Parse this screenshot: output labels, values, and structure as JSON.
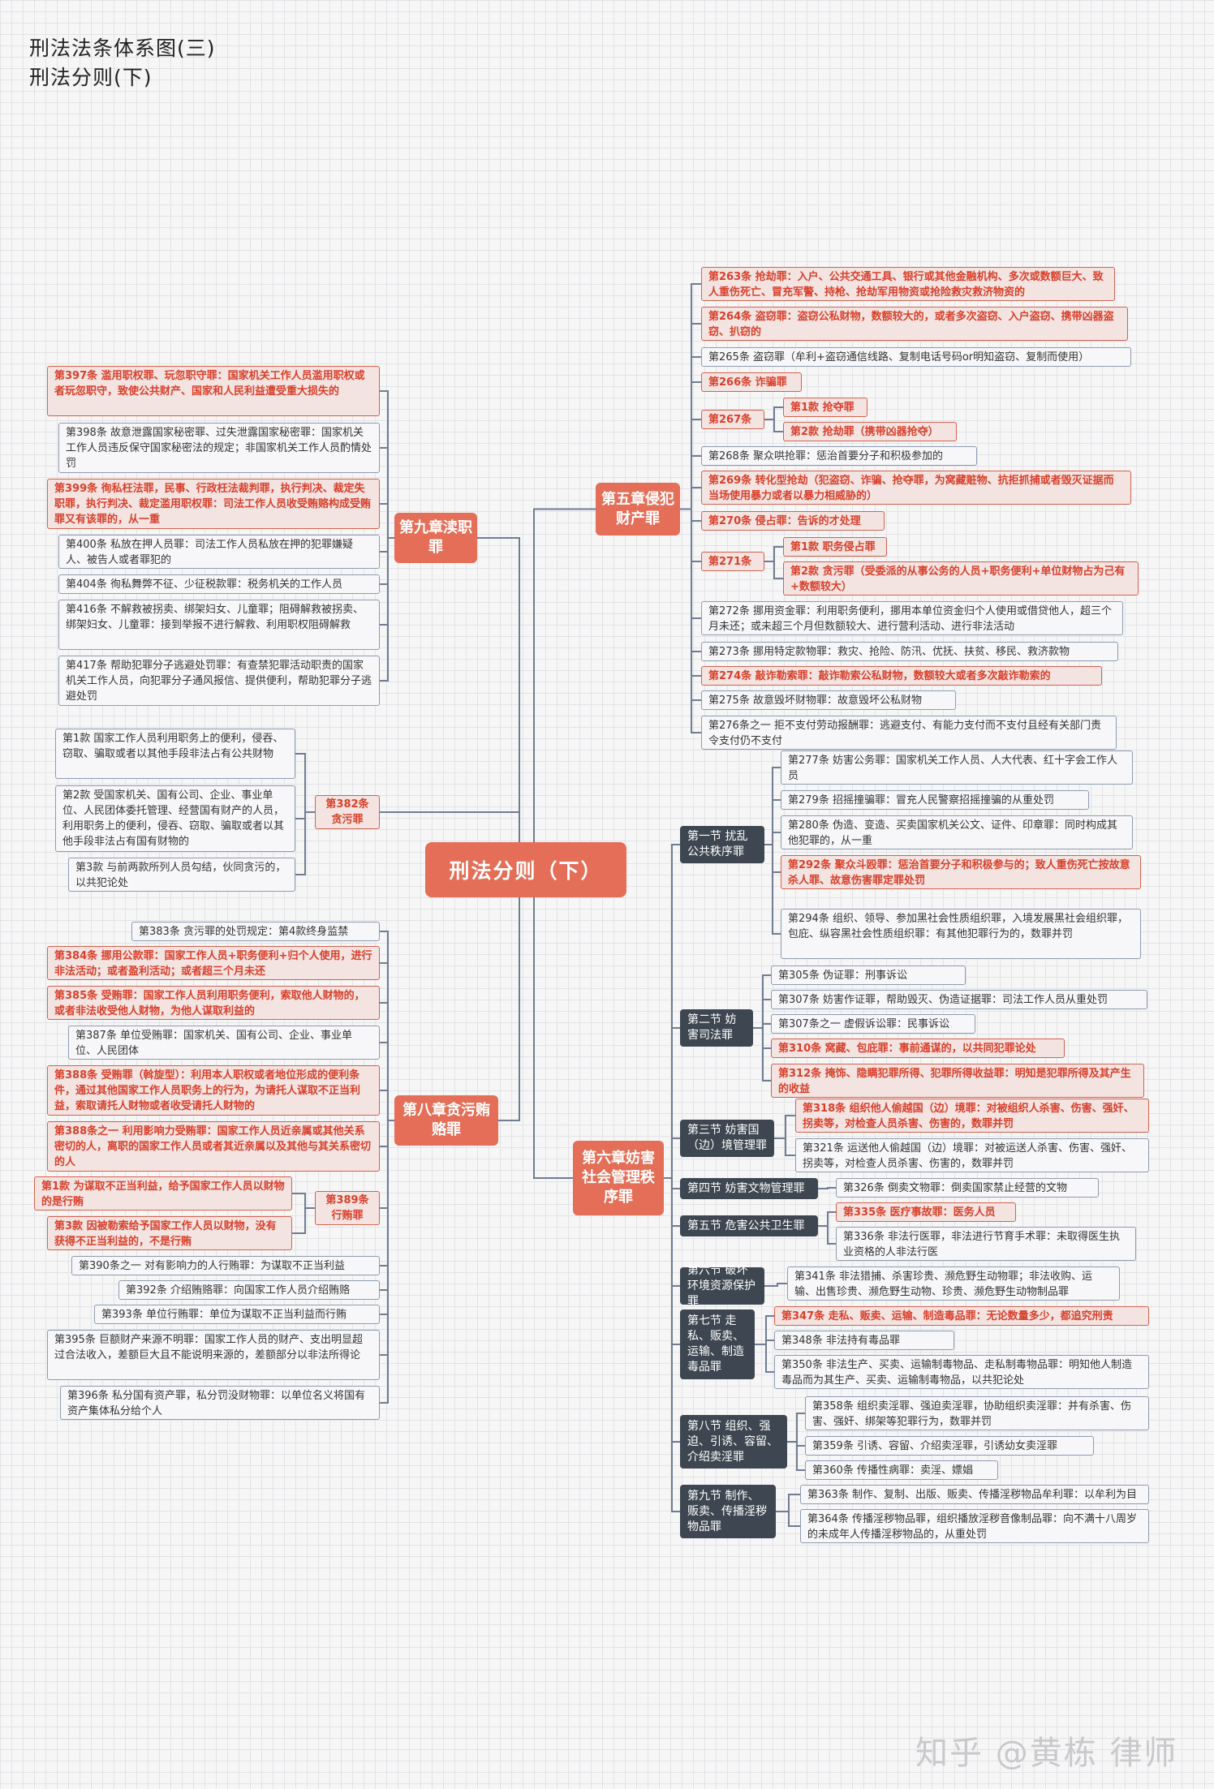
{
  "title": {
    "line1": "刑法法条体系图(三)",
    "line2": "刑法分则(下)"
  },
  "root": "刑法分则（下）",
  "watermark": "知乎 @黄栋 律师",
  "ch5": {
    "label": "第五章侵犯财产罪",
    "a263": "第263条 抢劫罪：入户、公共交通工具、银行或其他金融机构、多次或数额巨大、致人重伤死亡、冒充军警、持枪、抢劫军用物资或抢险救灾救济物资的",
    "a264": "第264条 盗窃罪：盗窃公私财物，数额较大的，或者多次盗窃、入户盗窃、携带凶器盗窃、扒窃的",
    "a265": "第265条 盗窃罪（牟利+盗窃通信线路、复制电话号码or明知盗窃、复制而使用）",
    "a266": "第266条 诈骗罪",
    "a267": "第267条",
    "a267_1": "第1款 抢夺罪",
    "a267_2": "第2款 抢劫罪（携带凶器抢夺）",
    "a268": "第268条 聚众哄抢罪：惩治首要分子和积极参加的",
    "a269": "第269条 转化型抢劫（犯盗窃、诈骗、抢夺罪，为窝藏赃物、抗拒抓捕或者毁灭证据而当场使用暴力或者以暴力相威胁的）",
    "a270": "第270条 侵占罪：告诉的才处理",
    "a271": "第271条",
    "a271_1": "第1款 职务侵占罪",
    "a271_2": "第2款 贪污罪（受委派的从事公务的人员+职务便利+单位财物占为己有+数额较大）",
    "a272": "第272条 挪用资金罪：利用职务便利，挪用本单位资金归个人使用或借贷他人，超三个月未还；或未超三个月但数额较大、进行营利活动、进行非法活动",
    "a273": "第273条 挪用特定款物罪：救灾、抢险、防汛、优抚、扶贫、移民、救济款物",
    "a274": "第274条 敲诈勒索罪：敲诈勒索公私财物，数额较大或者多次敲诈勒索的",
    "a275": "第275条 故意毁坏财物罪：故意毁坏公私财物",
    "a276": "第276条之一 拒不支付劳动报酬罪：逃避支付、有能力支付而不支付且经有关部门责令支付仍不支付"
  },
  "ch9": {
    "label": "第九章渎职罪",
    "a397": "第397条 滥用职权罪、玩忽职守罪：国家机关工作人员滥用职权或者玩忽职守，致使公共财产、国家和人民利益遭受重大损失的",
    "a398": "第398条 故意泄露国家秘密罪、过失泄露国家秘密罪：国家机关工作人员违反保守国家秘密法的规定；非国家机关工作人员酌情处罚",
    "a399": "第399条 徇私枉法罪，民事、行政枉法裁判罪，执行判决、裁定失职罪，执行判决、裁定滥用职权罪：司法工作人员收受贿赂构成受贿罪又有该罪的，从一重",
    "a400": "第400条 私放在押人员罪：司法工作人员私放在押的犯罪嫌疑人、被告人或者罪犯的",
    "a404": "第404条 徇私舞弊不征、少征税款罪：税务机关的工作人员",
    "a416": "第416条 不解救被拐卖、绑架妇女、儿童罪；阻碍解救被拐卖、绑架妇女、儿童罪：接到举报不进行解救、利用职权阻碍解救",
    "a417": "第417条 帮助犯罪分子逃避处罚罪：有查禁犯罪活动职责的国家机关工作人员，向犯罪分子通风报信、提供便利，帮助犯罪分子逃避处罚"
  },
  "a382": {
    "label": "第382条贪污罪",
    "k1": "第1款 国家工作人员利用职务上的便利，侵吞、窃取、骗取或者以其他手段非法占有公共财物",
    "k2": "第2款 受国家机关、国有公司、企业、事业单位、人民团体委托管理、经营国有财产的人员，利用职务上的便利，侵吞、窃取、骗取或者以其他手段非法占有国有财物的",
    "k3": "第3款 与前两款所列人员勾结，伙同贪污的，以共犯论处"
  },
  "ch8": {
    "label": "第八章贪污贿赂罪",
    "a383": "第383条 贪污罪的处罚规定：第4款终身监禁",
    "a384": "第384条 挪用公款罪：国家工作人员+职务便利+归个人使用，进行非法活动；或者盈利活动；或者超三个月未还",
    "a385": "第385条 受贿罪：国家工作人员利用职务便利，索取他人财物的，或者非法收受他人财物，为他人谋取利益的",
    "a387": "第387条 单位受贿罪：国家机关、国有公司、企业、事业单位、人民团体",
    "a388": "第388条 受贿罪（斡旋型）：利用本人职权或者地位形成的便利条件，通过其他国家工作人员职务上的行为，为请托人谋取不正当利益，索取请托人财物或者收受请托人财物的",
    "a388_1": "第388条之一 利用影响力受贿罪：国家工作人员近亲属或其他关系密切的人，离职的国家工作人员或者其近亲属以及其他与其关系密切的人",
    "a389": "第389条行贿罪",
    "a389_1": "第1款 为谋取不正当利益，给予国家工作人员以财物的是行贿",
    "a389_3": "第3款 因被勒索给予国家工作人员以财物，没有获得不正当利益的，不是行贿",
    "a390": "第390条之一 对有影响力的人行贿罪：为谋取不正当利益",
    "a392": "第392条 介绍贿赂罪：向国家工作人员介绍贿赂",
    "a393": "第393条 单位行贿罪：单位为谋取不正当利益而行贿",
    "a395": "第395条 巨额财产来源不明罪：国家工作人员的财产、支出明显超过合法收入，差额巨大且不能说明来源的，差额部分以非法所得论",
    "a396": "第396条 私分国有资产罪，私分罚没财物罪：以单位名义将国有资产集体私分给个人"
  },
  "ch6": {
    "label": "第六章妨害社会管理秩序罪",
    "s1": "第一节 扰乱公共秩序罪",
    "a277": "第277条 妨害公务罪：国家机关工作人员、人大代表、红十字会工作人员",
    "a279": "第279条 招摇撞骗罪：冒充人民警察招摇撞骗的从重处罚",
    "a280": "第280条 伪造、变造、买卖国家机关公文、证件、印章罪：同时构成其他犯罪的，从一重",
    "a292": "第292条 聚众斗殴罪：惩治首要分子和积极参与的；致人重伤死亡按故意杀人罪、故意伤害罪定罪处罚",
    "a294": "第294条 组织、领导、参加黑社会性质组织罪，入境发展黑社会组织罪，包庇、纵容黑社会性质组织罪：有其他犯罪行为的，数罪并罚",
    "s2": "第二节 妨害司法罪",
    "a305": "第305条 伪证罪：刑事诉讼",
    "a307": "第307条 妨害作证罪，帮助毁灭、伪造证据罪：司法工作人员从重处罚",
    "a307_1": "第307条之一 虚假诉讼罪：民事诉讼",
    "a310": "第310条 窝藏、包庇罪：事前通谋的，以共同犯罪论处",
    "a312": "第312条 掩饰、隐瞒犯罪所得、犯罪所得收益罪：明知是犯罪所得及其产生的收益",
    "s3": "第三节 妨害国（边）境管理罪",
    "a318": "第318条 组织他人偷越国（边）境罪：对被组织人杀害、伤害、强奸、拐卖等，对检查人员杀害、伤害的，数罪并罚",
    "a321": "第321条 运送他人偷越国（边）境罪：对被运送人杀害、伤害、强奸、拐卖等，对检查人员杀害、伤害的，数罪并罚",
    "s4": "第四节 妨害文物管理罪",
    "a326": "第326条 倒卖文物罪：倒卖国家禁止经营的文物",
    "s5": "第五节 危害公共卫生罪",
    "a335": "第335条 医疗事故罪：医务人员",
    "a336": "第336条 非法行医罪，非法进行节育手术罪：未取得医生执业资格的人非法行医",
    "s6": "第六节 破坏环境资源保护罪",
    "a341": "第341条 非法猎捕、杀害珍贵、濒危野生动物罪；非法收购、运输、出售珍贵、濒危野生动物、珍贵、濒危野生动物制品罪",
    "s7": "第七节 走私、贩卖、运输、制造毒品罪",
    "a347": "第347条 走私、贩卖、运输、制造毒品罪：无论数量多少，都追究刑责",
    "a348": "第348条 非法持有毒品罪",
    "a350": "第350条 非法生产、买卖、运输制毒物品、走私制毒物品罪：明知他人制造毒品而为其生产、买卖、运输制毒物品，以共犯论处",
    "s8": "第八节 组织、强迫、引诱、容留、介绍卖淫罪",
    "a358": "第358条 组织卖淫罪、强迫卖淫罪，协助组织卖淫罪：并有杀害、伤害、强奸、绑架等犯罪行为，数罪并罚",
    "a359": "第359条 引诱、容留、介绍卖淫罪，引诱幼女卖淫罪",
    "a360": "第360条 传播性病罪：卖淫、嫖娼",
    "s9": "第九节 制作、贩卖、传播淫秽物品罪",
    "a363": "第363条 制作、复制、出版、贩卖、传播淫秽物品牟利罪：以牟利为目的",
    "a364": "第364条 传播淫秽物品罪，组织播放淫秽音像制品罪：向不满十八周岁的未成年人传播淫秽物品的，从重处罚"
  }
}
